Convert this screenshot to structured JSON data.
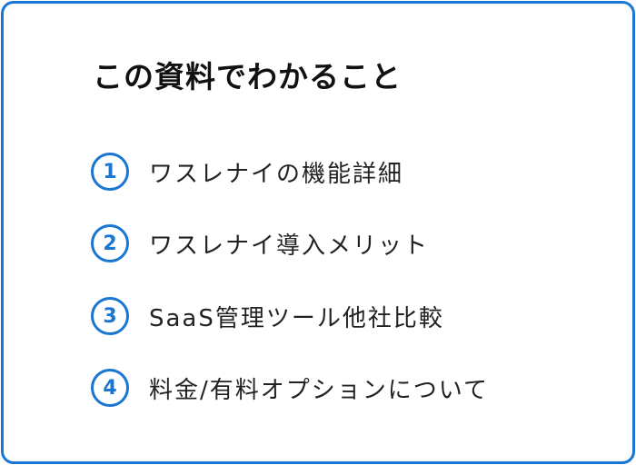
{
  "title": "この資料でわかること",
  "accent_color": "#1a76d2",
  "items": [
    {
      "number": "1",
      "label": "ワスレナイの機能詳細"
    },
    {
      "number": "2",
      "label": "ワスレナイ導入メリット"
    },
    {
      "number": "3",
      "label": "SaaS管理ツール他社比較"
    },
    {
      "number": "4",
      "label": "料金/有料オプションについて"
    }
  ]
}
